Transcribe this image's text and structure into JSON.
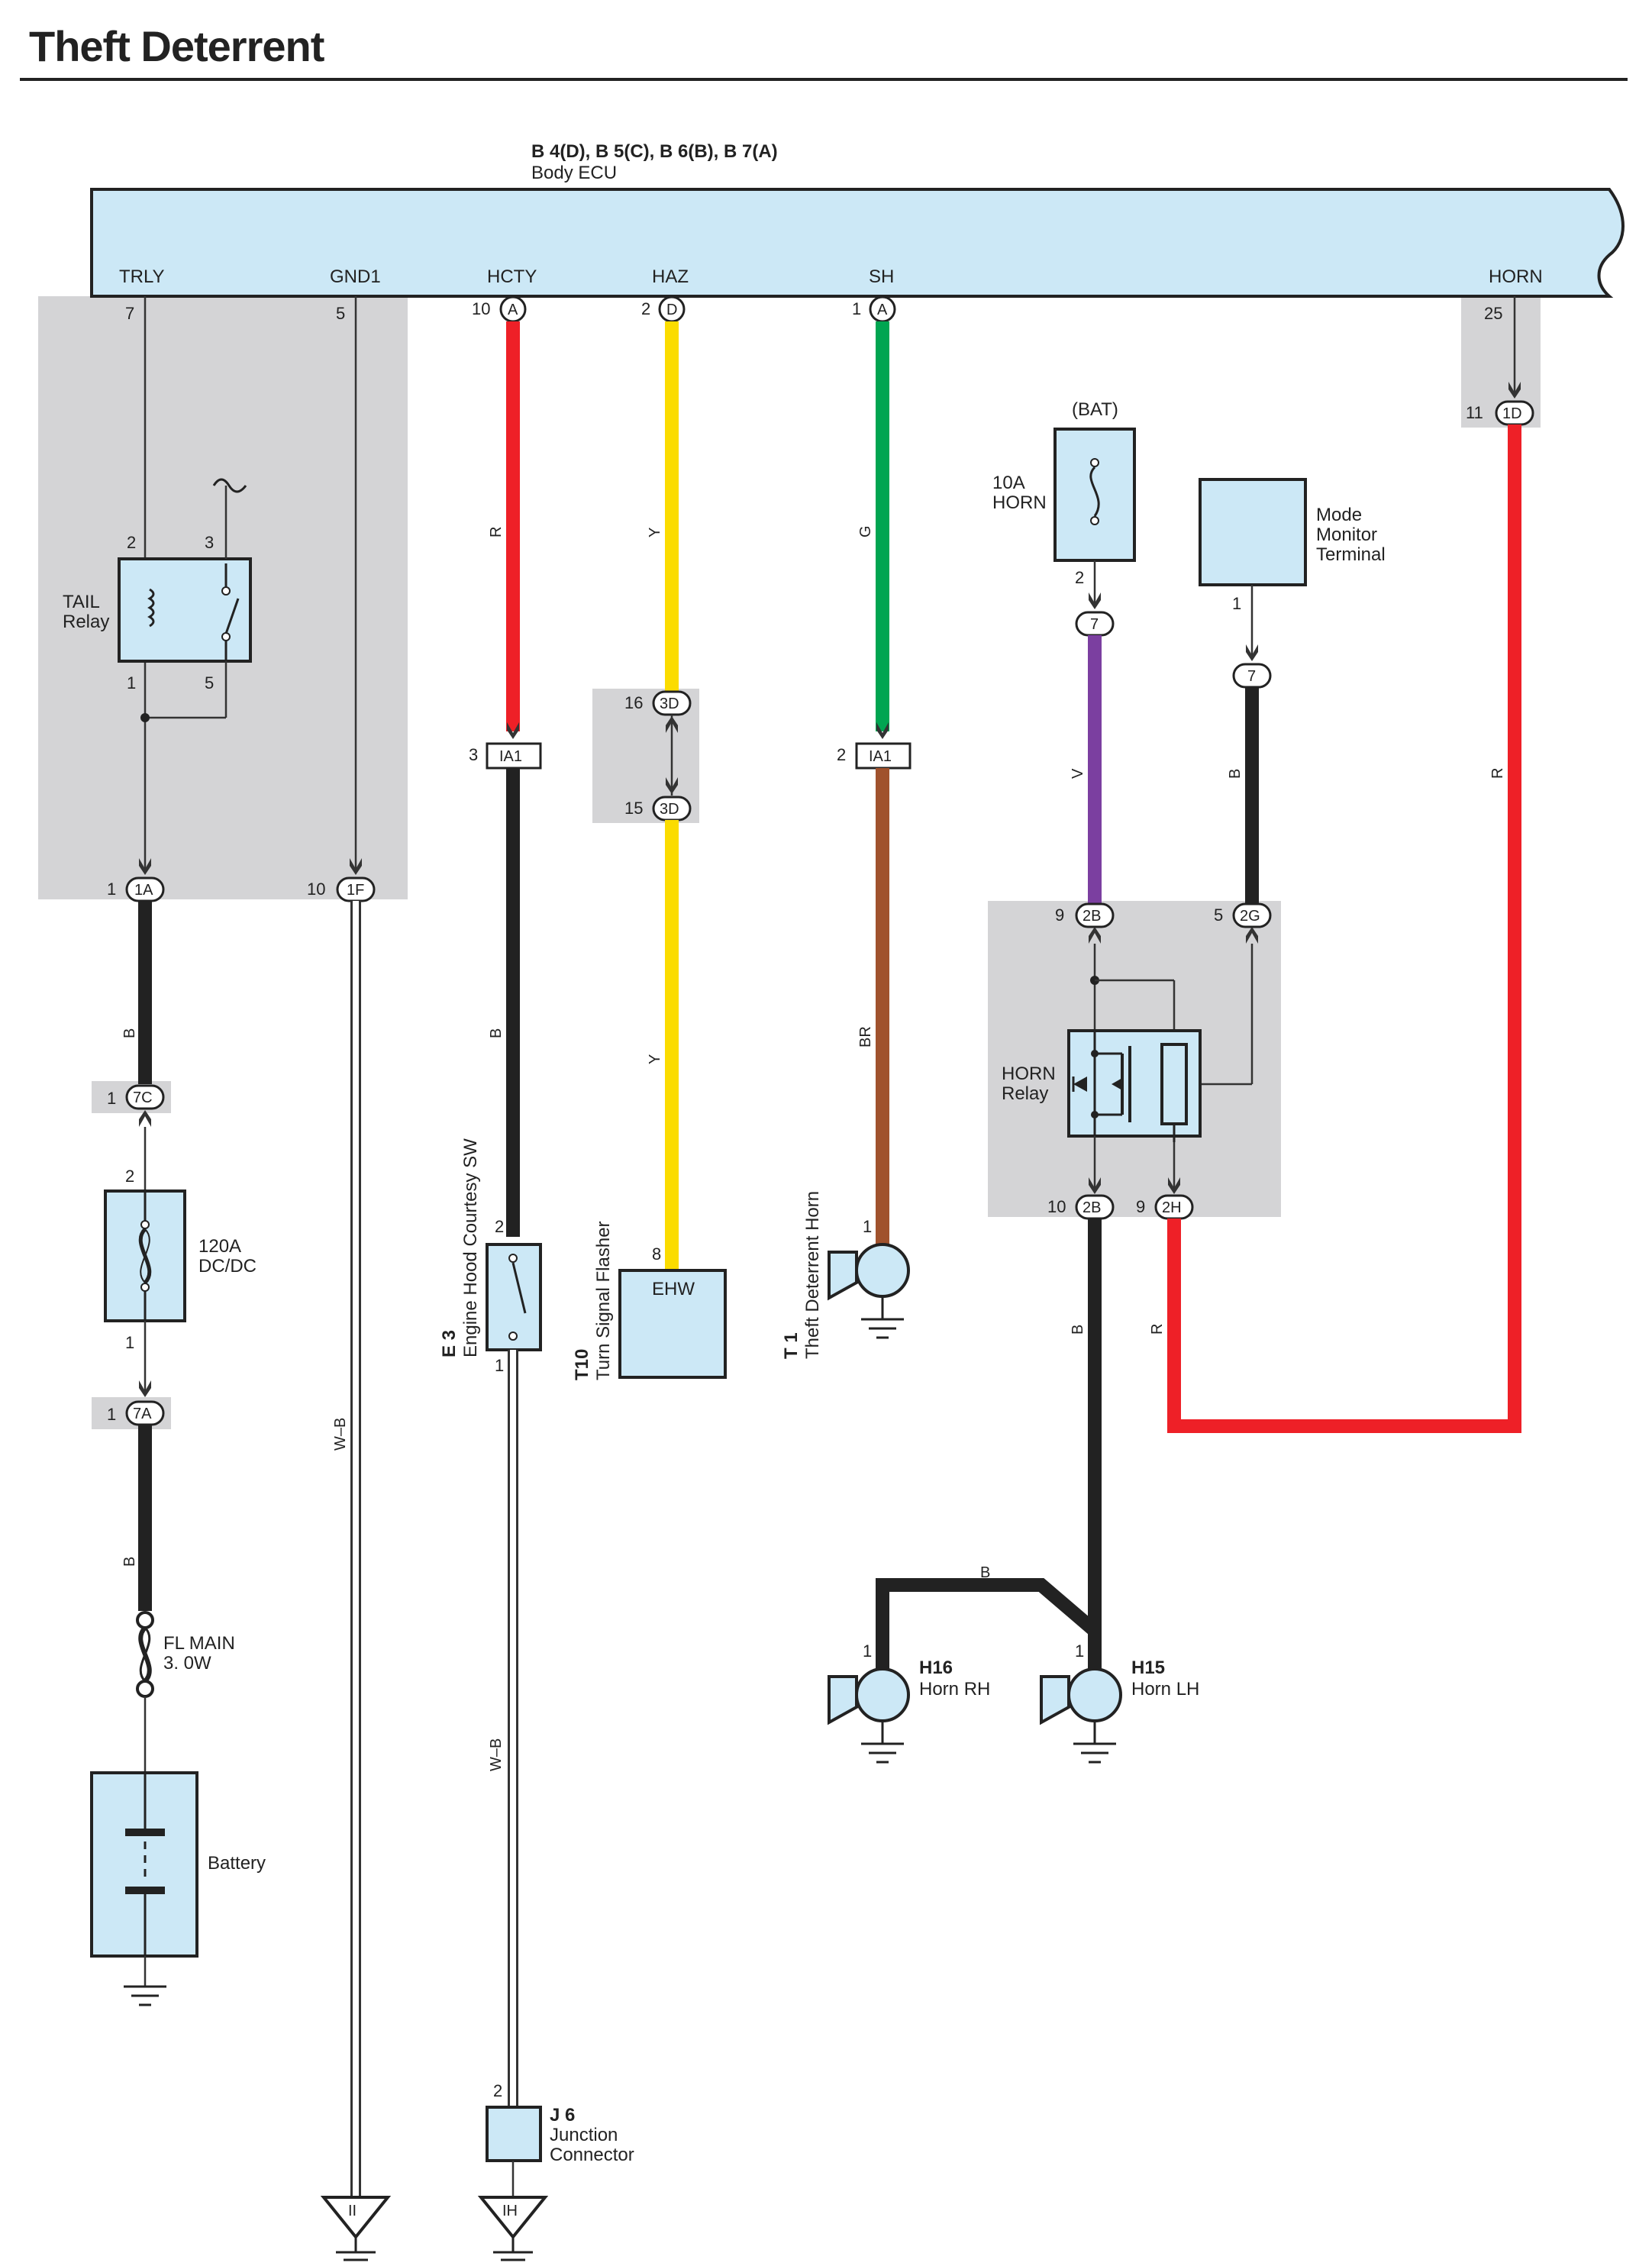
{
  "title": "Theft Deterrent",
  "ecu": {
    "codes": "B 4(D), B 5(C), B 6(B), B 7(A)",
    "name": "Body ECU",
    "terminals": [
      {
        "label": "TRLY",
        "pin": "7",
        "conn": ""
      },
      {
        "label": "GND1",
        "pin": "5",
        "conn": ""
      },
      {
        "label": "HCTY",
        "pin": "10",
        "conn": "A"
      },
      {
        "label": "HAZ",
        "pin": "2",
        "conn": "D"
      },
      {
        "label": "SH",
        "pin": "1",
        "conn": "A"
      },
      {
        "label": "HORN",
        "pin": "25",
        "conn": ""
      }
    ]
  },
  "components": {
    "tail_relay": {
      "line1": "TAIL",
      "line2": "Relay",
      "pin_2": "2",
      "pin_3": "3",
      "pin_1": "1",
      "pin_5": "5"
    },
    "fuse_dcdc": {
      "line1": "120A",
      "line2": "DC/DC",
      "pin_top": "2",
      "pin_bottom": "1"
    },
    "fl_main": {
      "line1": "FL MAIN",
      "line2": "3. 0W"
    },
    "battery": {
      "label": "Battery"
    },
    "hood_sw": {
      "code": "E 3",
      "name": "Engine Hood Courtesy SW",
      "pin_top": "2",
      "pin_bottom": "1"
    },
    "flasher": {
      "code": "T10",
      "name": "Turn Signal Flasher",
      "box": "EHW",
      "pin": "8"
    },
    "theft_horn": {
      "code": "T 1",
      "name": "Theft Deterrent Horn",
      "pin": "1"
    },
    "horn_fuse": {
      "bat": "(BAT)",
      "line1": "10A",
      "line2": "HORN",
      "pin": "2"
    },
    "mode_monitor": {
      "line1": "Mode",
      "line2": "Monitor",
      "line3": "Terminal",
      "pin": "1"
    },
    "horn_relay": {
      "line1": "HORN",
      "line2": "Relay"
    },
    "horn_rh": {
      "code": "H16",
      "name": "Horn RH",
      "pin": "1"
    },
    "horn_lh": {
      "code": "H15",
      "name": "Horn LH",
      "pin": "1"
    },
    "junction": {
      "code": "J 6",
      "line1": "Junction",
      "line2": "Connector",
      "pin": "2"
    }
  },
  "connectors": {
    "c1A": {
      "pin": "1",
      "code": "1A"
    },
    "c1F": {
      "pin": "10",
      "code": "1F"
    },
    "c7C": {
      "pin": "1",
      "code": "7C"
    },
    "c7A": {
      "pin": "1",
      "code": "7A"
    },
    "cIA1_a": {
      "pin": "3",
      "code": "IA1"
    },
    "cIA1_b": {
      "pin": "2",
      "code": "IA1"
    },
    "c3D_a": {
      "pin": "16",
      "code": "3D"
    },
    "c3D_b": {
      "pin": "15",
      "code": "3D"
    },
    "c1D": {
      "pin": "11",
      "code": "1D"
    },
    "c7_horn": {
      "code": "7"
    },
    "c7_mode": {
      "code": "7"
    },
    "c2B_top": {
      "pin": "9",
      "code": "2B"
    },
    "c2G": {
      "pin": "5",
      "code": "2G"
    },
    "c2B_bot": {
      "pin": "10",
      "code": "2B"
    },
    "c2H": {
      "pin": "9",
      "code": "2H"
    }
  },
  "wire_colors": {
    "R": "#ee2027",
    "Y": "#fbdc00",
    "G": "#00a551",
    "BR": "#a0522d",
    "V": "#7b3fa0",
    "B": "#222222",
    "WB": "#ffffff"
  },
  "wire_labels": {
    "hcty_top": "R",
    "haz_top": "Y",
    "sh_top": "G",
    "horn_fuse": "V",
    "mode": "B",
    "horn_main": "R",
    "trly_b": "B",
    "bat_b": "B",
    "hood_b": "B",
    "haz_bottom": "Y",
    "sh_bottom": "BR",
    "hornrelay_b": "B",
    "hornrelay_r": "R",
    "horns_b": "B",
    "gnd1_wb": "W–B",
    "hood_wb": "W–B"
  },
  "grounds": {
    "ii": "II",
    "ih": "IH"
  }
}
